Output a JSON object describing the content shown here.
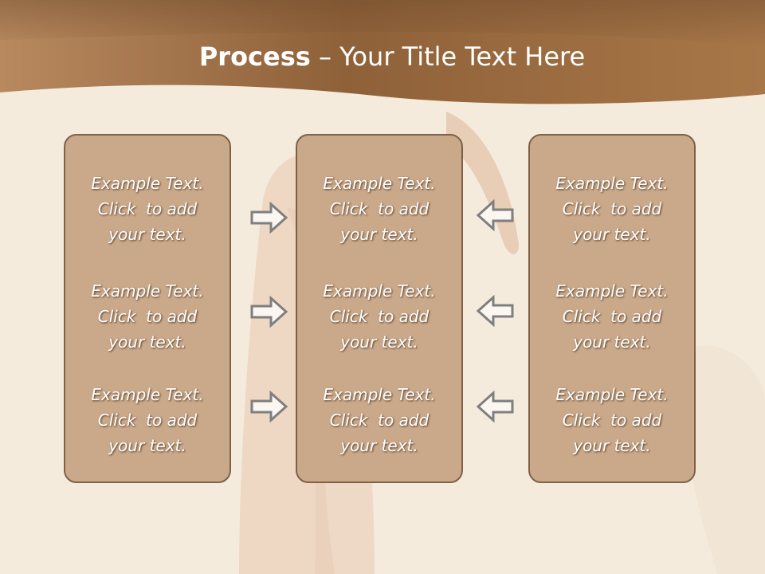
{
  "slide": {
    "title_bold": "Process",
    "title_rest": " – Your Title Text Here"
  },
  "columns": [
    {
      "items": [
        {
          "lines": [
            "Example Text.",
            "Click  to add",
            "your text."
          ]
        },
        {
          "lines": [
            "Example Text.",
            "Click  to add",
            "your text."
          ]
        },
        {
          "lines": [
            "Example Text.",
            "Click  to add",
            "your text."
          ]
        }
      ]
    },
    {
      "items": [
        {
          "lines": [
            "Example Text.",
            "Click  to add",
            "your text."
          ]
        },
        {
          "lines": [
            "Example Text.",
            "Click  to add",
            "your text."
          ]
        },
        {
          "lines": [
            "Example Text.",
            "Click  to add",
            "your text."
          ]
        }
      ]
    },
    {
      "items": [
        {
          "lines": [
            "Example Text.",
            "Click  to add",
            "your text."
          ]
        },
        {
          "lines": [
            "Example Text.",
            "Click  to add",
            "your text."
          ]
        },
        {
          "lines": [
            "Example Text.",
            "Click  to add",
            "your text."
          ]
        }
      ]
    }
  ],
  "arrows": {
    "left_group": "right-arrow-icon",
    "right_group": "left-arrow-icon"
  },
  "colors": {
    "header_band": "#9a6b46",
    "box_fill": "#caa98a",
    "box_border": "#7e6147",
    "background": "#f5ebdd",
    "text": "#ffffff"
  }
}
